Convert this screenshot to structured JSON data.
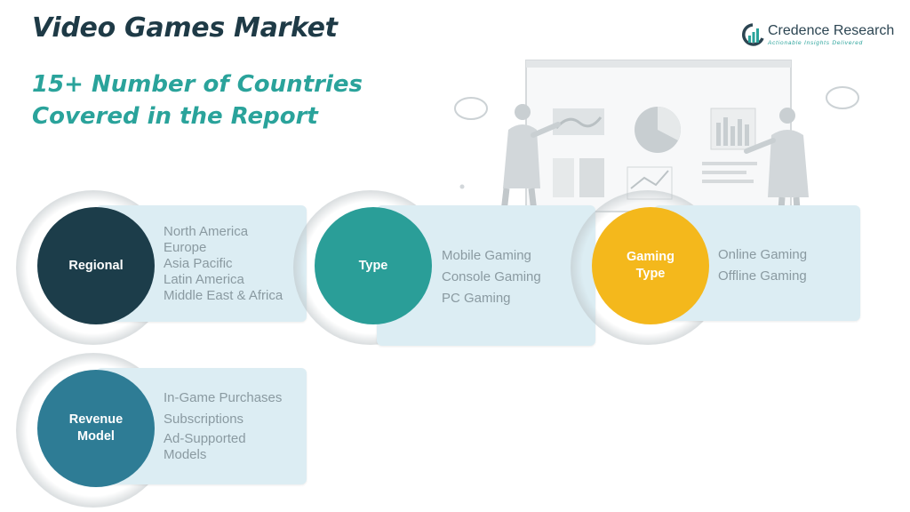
{
  "title": "Video Games Market",
  "subtitle_line1": "15+ Number of Countries",
  "subtitle_line2": "Covered in the Report",
  "logo": {
    "name": "Credence Research",
    "tagline": "Actionable Insights Delivered"
  },
  "colors": {
    "regional": "#1c3d4a",
    "type": "#2a9e98",
    "gaming_type": "#f4b81c",
    "revenue_model": "#2e7c95",
    "card": "#dcedf3"
  },
  "segments": [
    {
      "label_line1": "Regional",
      "label_line2": "",
      "items": [
        "North America",
        "Europe",
        "Asia Pacific",
        "Latin America",
        "Middle East & Africa"
      ]
    },
    {
      "label_line1": "Type",
      "label_line2": "",
      "items": [
        "Mobile Gaming",
        "Console Gaming",
        "PC Gaming"
      ]
    },
    {
      "label_line1": "Gaming",
      "label_line2": "Type",
      "items": [
        "Online Gaming",
        "Offline Gaming"
      ]
    },
    {
      "label_line1": "Revenue",
      "label_line2": "Model",
      "items": [
        "In-Game Purchases",
        "Subscriptions",
        "Ad-Supported",
        "Models"
      ]
    }
  ]
}
